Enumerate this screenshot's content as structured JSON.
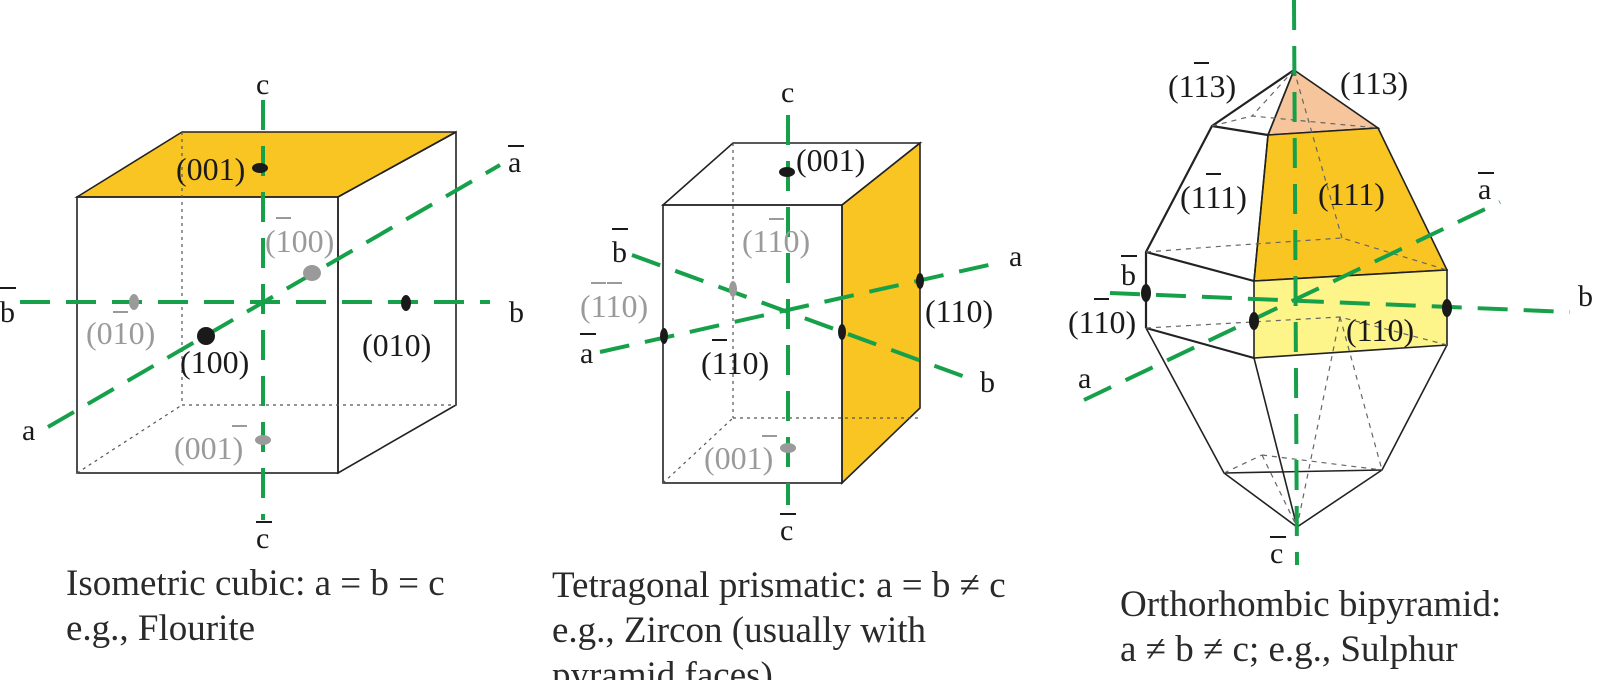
{
  "colors": {
    "axis_green": "#17a04a",
    "face_gold": "#f9c523",
    "face_peach": "#f6c59b",
    "face_lightyellow": "#fdf48a",
    "pole_dark": "#1a1a1a",
    "pole_grey": "#9a9a9a"
  },
  "cubic": {
    "axes": {
      "c": "c",
      "c_bar": "c",
      "a": "a",
      "a_bar": "a",
      "b": "b",
      "b_bar": "b"
    },
    "faces": {
      "f001": "(001)",
      "f100_bar_a": "(",
      "f100_bar_b": "1",
      "f100_bar_c": "00)",
      "f010_bar_a": "(0",
      "f010_bar_b": "1",
      "f010_bar_c": "0)",
      "f100": "(100)",
      "f010": "(010)",
      "f001_bar_a": "(00",
      "f001_bar_b": "1",
      "f001_bar_c": ")"
    },
    "caption_line1": "Isometric cubic: a = b = c",
    "caption_line2": "e.g., Flourite"
  },
  "tetragonal": {
    "axes": {
      "c": "c",
      "c_bar": "c",
      "a": "a",
      "a_bar": "a",
      "b": "b",
      "b_bar": "b"
    },
    "faces": {
      "f001": "(001)",
      "f1b10_a": "(1",
      "f1b10_b": "1",
      "f1b10_c": "0)",
      "fbbb_a": "(",
      "fbbb_b": "1",
      "fbbb_c": "1",
      "fbbb_d": "0)",
      "f110": "(110)",
      "fb110_a": "(",
      "fb110_b": "1",
      "fb110_c": "10)",
      "f001_bar_a": "(00",
      "f001_bar_b": "1",
      "f001_bar_c": ")"
    },
    "caption_line1": "Tetragonal prismatic: a = b ≠ c",
    "caption_line2": "e.g., Zircon (usually with",
    "caption_line3": "pyramid faces)"
  },
  "orthorhombic": {
    "axes": {
      "c_bar": "c",
      "a": "a",
      "a_bar": "a",
      "b": "b",
      "b_bar": "b"
    },
    "faces": {
      "f1b13_a": "(1",
      "f1b13_b": "1",
      "f1b13_c": "3)",
      "f113": "(113)",
      "f1b11_a": "(1",
      "f1b11_b": "1",
      "f1b11_c": "1)",
      "f111": "(111)",
      "f1b10_a": "(1",
      "f1b10_b": "1",
      "f1b10_c": "0)",
      "f110": "(110)"
    },
    "caption_line1": "Orthorhombic bipyramid:",
    "caption_line2": "a ≠ b ≠ c; e.g., Sulphur"
  }
}
